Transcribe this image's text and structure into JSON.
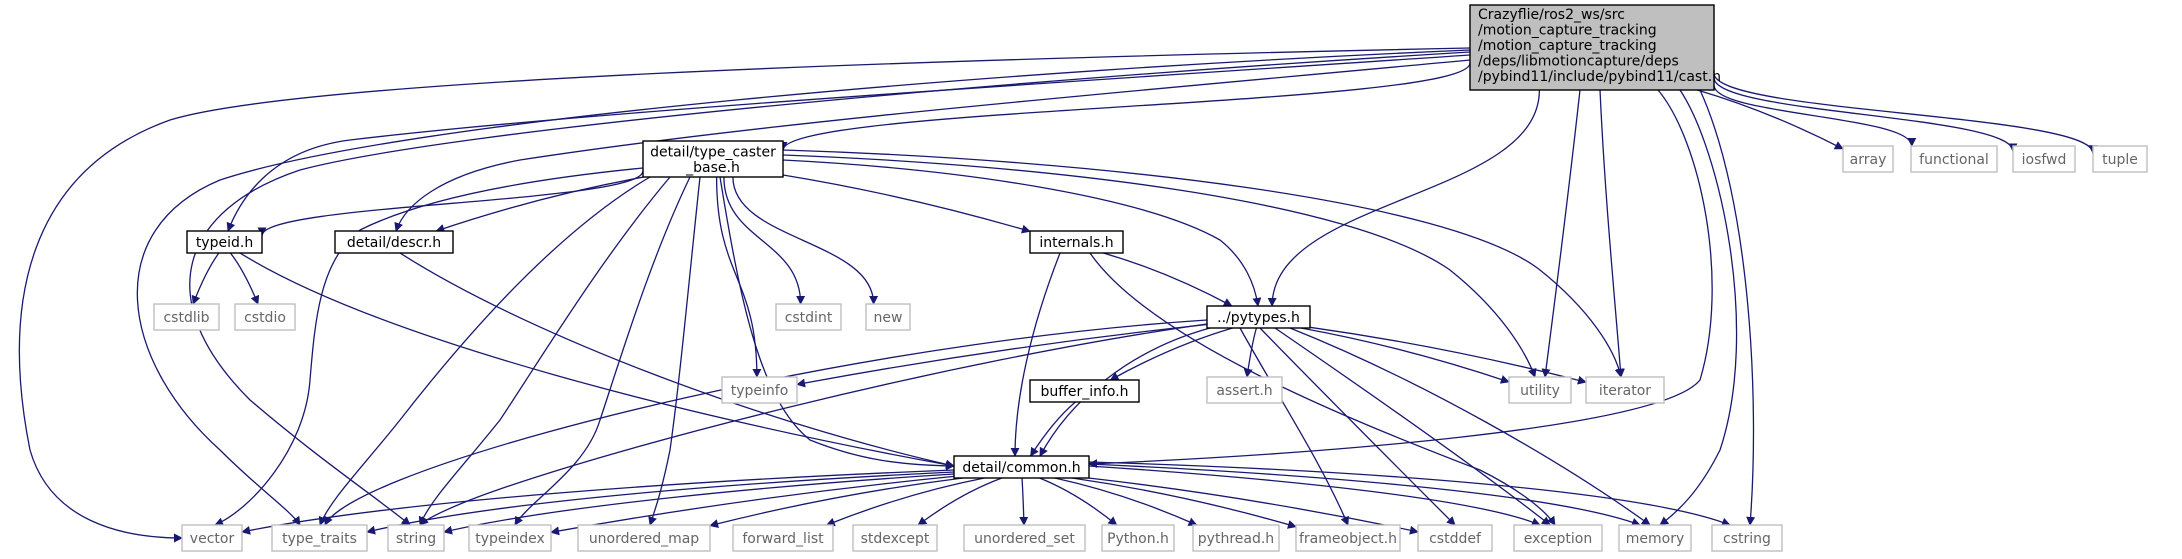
{
  "colors": {
    "edge": "#191970",
    "focus_fill": "#bfbfbf",
    "header_border": "#000000",
    "system_border": "#bfbfbf",
    "system_text": "#666666"
  },
  "nodes": {
    "cast": {
      "lines": [
        "Crazyflie/ros2_ws/src",
        "/motion_capture_tracking",
        "/motion_capture_tracking",
        "/deps/libmotioncapture/deps",
        "/pybind11/include/pybind11/cast.h"
      ],
      "kind": "focus"
    },
    "type_caster_base": {
      "lines": [
        "detail/type_caster",
        "_base.h"
      ],
      "kind": "header"
    },
    "typeid": {
      "lines": [
        "typeid.h"
      ],
      "kind": "header"
    },
    "descr": {
      "lines": [
        "detail/descr.h"
      ],
      "kind": "header"
    },
    "internals": {
      "lines": [
        "internals.h"
      ],
      "kind": "header"
    },
    "pytypes": {
      "lines": [
        "../pytypes.h"
      ],
      "kind": "header"
    },
    "buffer_info": {
      "lines": [
        "buffer_info.h"
      ],
      "kind": "header"
    },
    "common": {
      "lines": [
        "detail/common.h"
      ],
      "kind": "header"
    },
    "array": {
      "lines": [
        "array"
      ],
      "kind": "system"
    },
    "functional": {
      "lines": [
        "functional"
      ],
      "kind": "system"
    },
    "iosfwd": {
      "lines": [
        "iosfwd"
      ],
      "kind": "system"
    },
    "tuple": {
      "lines": [
        "tuple"
      ],
      "kind": "system"
    },
    "cstdint": {
      "lines": [
        "cstdint"
      ],
      "kind": "system"
    },
    "new": {
      "lines": [
        "new"
      ],
      "kind": "system"
    },
    "cstdlib": {
      "lines": [
        "cstdlib"
      ],
      "kind": "system"
    },
    "cstdio": {
      "lines": [
        "cstdio"
      ],
      "kind": "system"
    },
    "typeinfo": {
      "lines": [
        "typeinfo"
      ],
      "kind": "system"
    },
    "assert": {
      "lines": [
        "assert.h"
      ],
      "kind": "system"
    },
    "utility": {
      "lines": [
        "utility"
      ],
      "kind": "system"
    },
    "iterator": {
      "lines": [
        "iterator"
      ],
      "kind": "system"
    },
    "vector": {
      "lines": [
        "vector"
      ],
      "kind": "system"
    },
    "type_traits": {
      "lines": [
        "type_traits"
      ],
      "kind": "system"
    },
    "string": {
      "lines": [
        "string"
      ],
      "kind": "system"
    },
    "typeindex": {
      "lines": [
        "typeindex"
      ],
      "kind": "system"
    },
    "unordered_map": {
      "lines": [
        "unordered_map"
      ],
      "kind": "system"
    },
    "forward_list": {
      "lines": [
        "forward_list"
      ],
      "kind": "system"
    },
    "stdexcept": {
      "lines": [
        "stdexcept"
      ],
      "kind": "system"
    },
    "unordered_set": {
      "lines": [
        "unordered_set"
      ],
      "kind": "system"
    },
    "python": {
      "lines": [
        "Python.h"
      ],
      "kind": "system"
    },
    "pythread": {
      "lines": [
        "pythread.h"
      ],
      "kind": "system"
    },
    "frameobject": {
      "lines": [
        "frameobject.h"
      ],
      "kind": "system"
    },
    "cstddef": {
      "lines": [
        "cstddef"
      ],
      "kind": "system"
    },
    "exception": {
      "lines": [
        "exception"
      ],
      "kind": "system"
    },
    "memory": {
      "lines": [
        "memory"
      ],
      "kind": "system"
    },
    "cstring": {
      "lines": [
        "cstring"
      ],
      "kind": "system"
    }
  },
  "edges": [
    [
      "cast",
      "vector"
    ],
    [
      "cast",
      "type_traits"
    ],
    [
      "cast",
      "string"
    ],
    [
      "cast",
      "typeid"
    ],
    [
      "cast",
      "descr"
    ],
    [
      "cast",
      "type_caster_base"
    ],
    [
      "cast",
      "pytypes"
    ],
    [
      "cast",
      "utility"
    ],
    [
      "cast",
      "iterator"
    ],
    [
      "cast",
      "common"
    ],
    [
      "cast",
      "memory"
    ],
    [
      "cast",
      "cstring"
    ],
    [
      "cast",
      "array"
    ],
    [
      "cast",
      "functional"
    ],
    [
      "cast",
      "iosfwd"
    ],
    [
      "cast",
      "tuple"
    ],
    [
      "type_caster_base",
      "typeid"
    ],
    [
      "type_caster_base",
      "descr"
    ],
    [
      "type_caster_base",
      "vector"
    ],
    [
      "type_caster_base",
      "type_traits"
    ],
    [
      "type_caster_base",
      "string"
    ],
    [
      "type_caster_base",
      "typeindex"
    ],
    [
      "type_caster_base",
      "unordered_map"
    ],
    [
      "type_caster_base",
      "common"
    ],
    [
      "type_caster_base",
      "typeinfo"
    ],
    [
      "type_caster_base",
      "cstdint"
    ],
    [
      "type_caster_base",
      "new"
    ],
    [
      "type_caster_base",
      "internals"
    ],
    [
      "type_caster_base",
      "pytypes"
    ],
    [
      "type_caster_base",
      "utility"
    ],
    [
      "type_caster_base",
      "iterator"
    ],
    [
      "typeid",
      "cstdlib"
    ],
    [
      "typeid",
      "cstdio"
    ],
    [
      "typeid",
      "common"
    ],
    [
      "descr",
      "common"
    ],
    [
      "internals",
      "pytypes"
    ],
    [
      "internals",
      "common"
    ],
    [
      "internals",
      "exception"
    ],
    [
      "pytypes",
      "typeinfo"
    ],
    [
      "pytypes",
      "buffer_info"
    ],
    [
      "pytypes",
      "assert"
    ],
    [
      "pytypes",
      "utility"
    ],
    [
      "pytypes",
      "iterator"
    ],
    [
      "pytypes",
      "common"
    ],
    [
      "pytypes",
      "type_traits"
    ],
    [
      "pytypes",
      "string"
    ],
    [
      "pytypes",
      "frameobject"
    ],
    [
      "pytypes",
      "cstddef"
    ],
    [
      "pytypes",
      "exception"
    ],
    [
      "pytypes",
      "memory"
    ],
    [
      "buffer_info",
      "common"
    ],
    [
      "common",
      "vector"
    ],
    [
      "common",
      "type_traits"
    ],
    [
      "common",
      "string"
    ],
    [
      "common",
      "typeindex"
    ],
    [
      "common",
      "unordered_map"
    ],
    [
      "common",
      "forward_list"
    ],
    [
      "common",
      "stdexcept"
    ],
    [
      "common",
      "unordered_set"
    ],
    [
      "common",
      "python"
    ],
    [
      "common",
      "pythread"
    ],
    [
      "common",
      "frameobject"
    ],
    [
      "common",
      "cstddef"
    ],
    [
      "common",
      "exception"
    ],
    [
      "common",
      "memory"
    ],
    [
      "common",
      "cstring"
    ]
  ]
}
